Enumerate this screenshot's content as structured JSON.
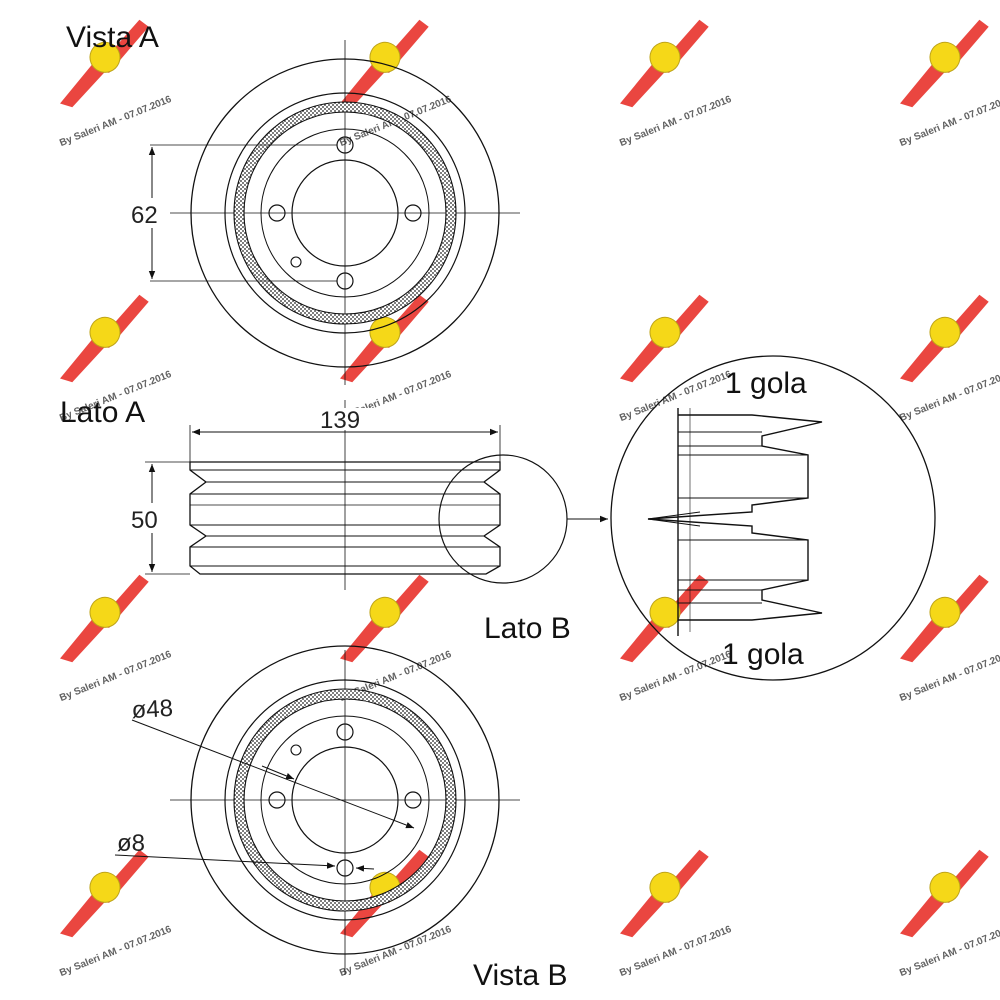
{
  "views": {
    "vista_a": "Vista A",
    "vista_b": "Vista B",
    "lato_a": "Lato A",
    "lato_b": "Lato B"
  },
  "dimensions": {
    "bolt_spacing": "62",
    "outer_width": "139",
    "height": "50",
    "bore": "ø48",
    "hole": "ø8"
  },
  "detail": {
    "top_groove": "1 gola",
    "bottom_groove": "1 gola"
  },
  "watermark": {
    "text": "By Saleri AM - 07.07.2016",
    "colors": {
      "wing": "#e8322c",
      "badge": "#f4d400"
    }
  }
}
